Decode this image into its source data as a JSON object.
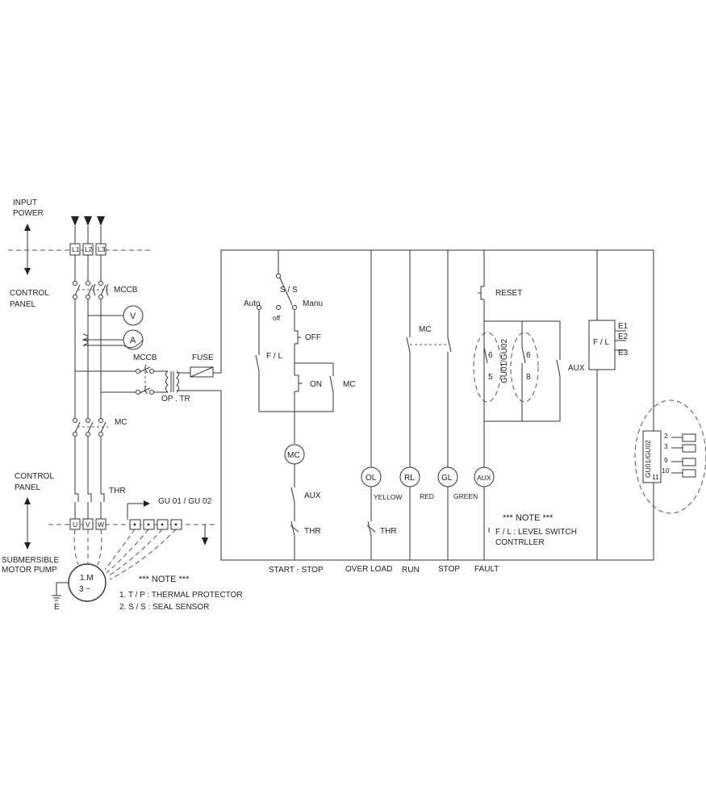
{
  "labels": {
    "input_power": [
      "INPUT",
      "POWER"
    ],
    "control_panel_top": [
      "CONTROL",
      "PANEL"
    ],
    "control_panel_bottom": [
      "CONTROL",
      "PANEL"
    ],
    "submersible_motor_pump": [
      "SUBMERSIBLE",
      "MOTOR PUMP"
    ],
    "terminal_l1": "L1",
    "terminal_l2": "L2",
    "terminal_l3": "L3",
    "mccb_main": "MCCB",
    "mccb_control": "MCCB",
    "voltmeter": "V",
    "ammeter": "A",
    "fuse": "FUSE",
    "op_tr": "OP . TR",
    "mc_main": "MC",
    "thr_main": "THR",
    "gu_arrow": "GU 01 / GU 02",
    "terminal_u": "U",
    "terminal_v": "V",
    "terminal_w": "W",
    "motor_line1": "1.M",
    "motor_line2": "3 ~",
    "earth": "E",
    "ss": "S / S",
    "auto": "Auto",
    "off_switch": "off",
    "manu": "Manu",
    "fl_contact": "F / L",
    "off_button": "OFF",
    "on_button": "ON",
    "mc_hold": "MC",
    "mc_coil": "MC",
    "aux_contact": "AUX",
    "thr_contact_1": "THR",
    "ol_lamp": "OL",
    "yellow": "YELLOW",
    "thr_contact_2": "THR",
    "mc_run": "MC",
    "rl_lamp": "RL",
    "red": "RED",
    "gl_lamp": "GL",
    "green": "GREEN",
    "reset": "RESET",
    "gu_vertical": "GU01/GU02",
    "pin_6a": "6",
    "pin_5": "5",
    "pin_6b": "6",
    "pin_8": "8",
    "aux_relay_contact": "AUX",
    "aux_lamp": "AUX",
    "fl_box": "F / L",
    "e1": "E1",
    "e2": "E2",
    "e3": "E3",
    "gu_module": "GU01/GU02",
    "pins": [
      "2",
      "3",
      "9",
      "10",
      "11"
    ],
    "start_stop": "START - STOP",
    "over_load": "OVER LOAD",
    "run": "RUN",
    "stop": "STOP",
    "fault": "FAULT"
  },
  "notes": {
    "right_title": "***   NOTE   ***",
    "right_line1": "F / L : LEVEL SWITCH",
    "right_line2": "CONTRLLER",
    "left_title": "***   NOTE   ***",
    "left_line1": "1. T / P : THERMAL PROTECTOR",
    "left_line2": "2. S / S : SEAL SENSOR"
  }
}
